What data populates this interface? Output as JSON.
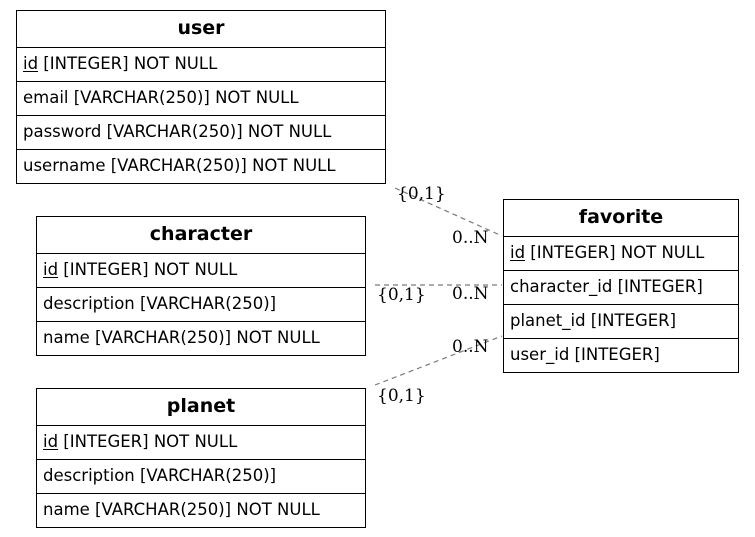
{
  "entities": {
    "user": {
      "title": "user",
      "pk": "id",
      "pk_rest": " [INTEGER] NOT NULL",
      "fields": [
        "email [VARCHAR(250)] NOT NULL",
        "password [VARCHAR(250)] NOT NULL",
        "username [VARCHAR(250)] NOT NULL"
      ]
    },
    "character": {
      "title": "character",
      "pk": "id",
      "pk_rest": " [INTEGER] NOT NULL",
      "fields": [
        "description [VARCHAR(250)]",
        "name [VARCHAR(250)] NOT NULL"
      ]
    },
    "planet": {
      "title": "planet",
      "pk": "id",
      "pk_rest": " [INTEGER] NOT NULL",
      "fields": [
        "description [VARCHAR(250)]",
        "name [VARCHAR(250)] NOT NULL"
      ]
    },
    "favorite": {
      "title": "favorite",
      "pk": "id",
      "pk_rest": " [INTEGER] NOT NULL",
      "fields": [
        "character_id [INTEGER]",
        "planet_id [INTEGER]",
        "user_id [INTEGER]"
      ]
    }
  },
  "relations": [
    {
      "from": "user",
      "to": "favorite",
      "from_card": "{0,1}",
      "to_card": "0..N"
    },
    {
      "from": "character",
      "to": "favorite",
      "from_card": "{0,1}",
      "to_card": "0..N"
    },
    {
      "from": "planet",
      "to": "favorite",
      "from_card": "{0,1}",
      "to_card": "0..N"
    }
  ],
  "colors": {
    "border": "#000000",
    "relation_line": "#7a7a7a",
    "background": "#ffffff"
  }
}
